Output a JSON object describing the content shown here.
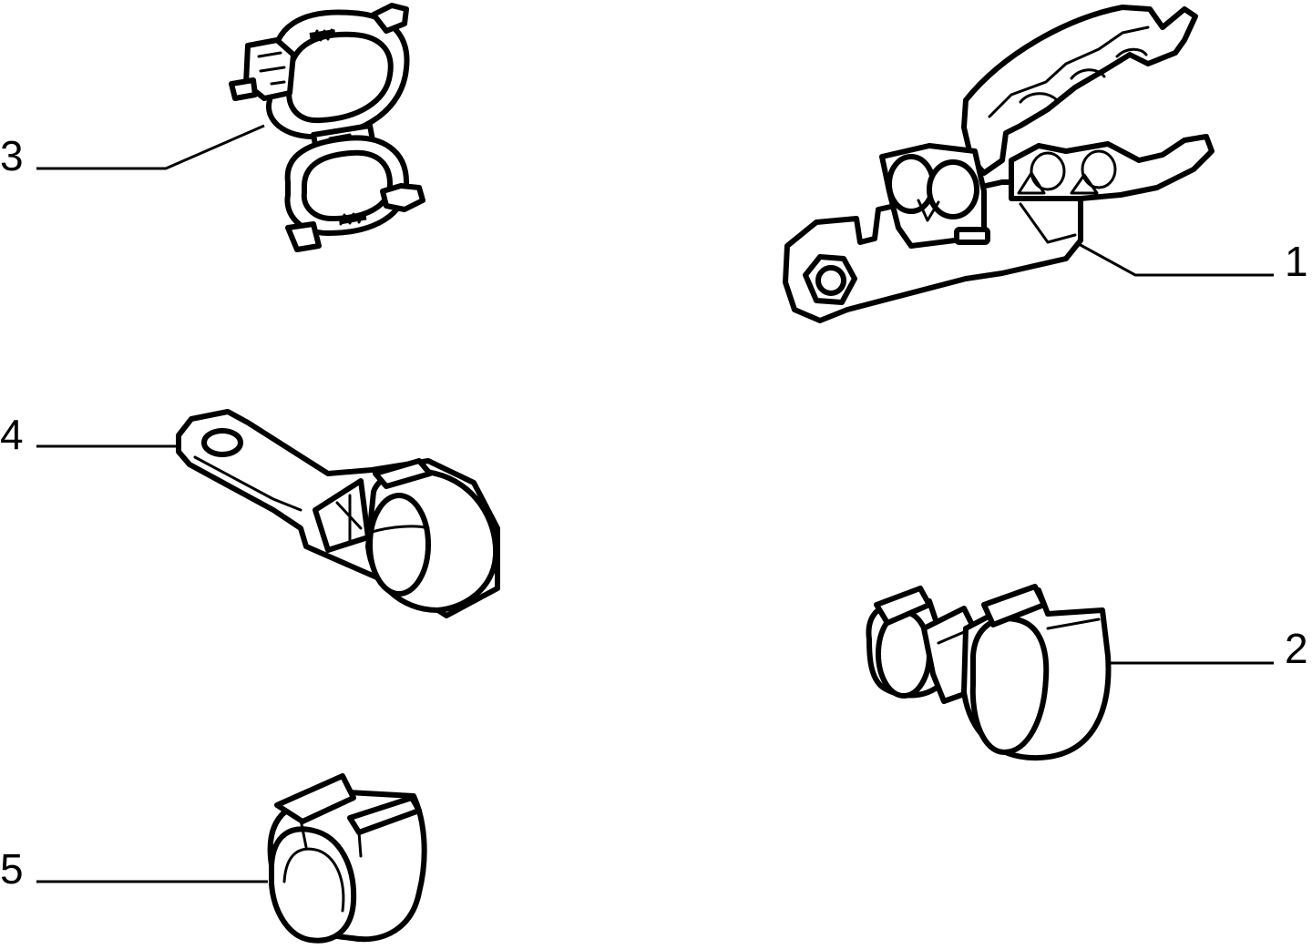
{
  "callouts": {
    "part_1": "1",
    "part_2": "2",
    "part_3": "3",
    "part_4": "4",
    "part_5": "5"
  },
  "colors": {
    "line": "#000000",
    "background": "#ffffff"
  }
}
